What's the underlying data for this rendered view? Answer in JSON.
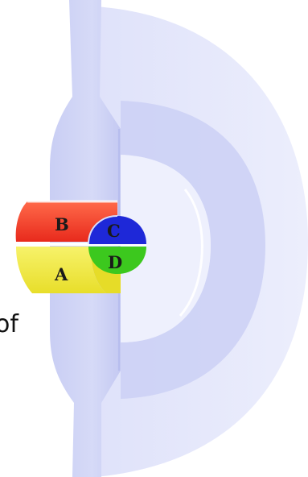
{
  "diagram": {
    "segments": {
      "a": {
        "label": "A",
        "color": "#f0ec3c"
      },
      "b": {
        "label": "B",
        "color": "#f03a2a"
      },
      "c": {
        "label": "C",
        "color": "#1e28d8"
      },
      "d": {
        "label": "D",
        "color": "#3cc81e"
      }
    },
    "side_text": "of",
    "colors": {
      "shell_light": "#e6e8fb",
      "shell_mid": "#d3d7f6",
      "shell_ring": "#c8cdf3",
      "stem": "#cdd2f5"
    }
  }
}
